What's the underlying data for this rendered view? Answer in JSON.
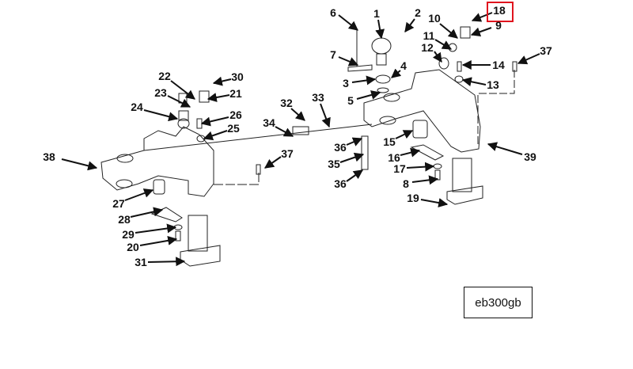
{
  "diagram": {
    "reference_code": "eb300gb",
    "highlighted_callout": "18",
    "highlight_color": "#e0141e",
    "callouts": [
      "1",
      "2",
      "3",
      "4",
      "5",
      "6",
      "7",
      "8",
      "9",
      "10",
      "11",
      "12",
      "13",
      "14",
      "15",
      "16",
      "17",
      "18",
      "19",
      "20",
      "21",
      "22",
      "23",
      "24",
      "25",
      "26",
      "27",
      "28",
      "29",
      "30",
      "31",
      "32",
      "33",
      "34",
      "35",
      "36",
      "36",
      "37",
      "37",
      "38",
      "39"
    ]
  }
}
